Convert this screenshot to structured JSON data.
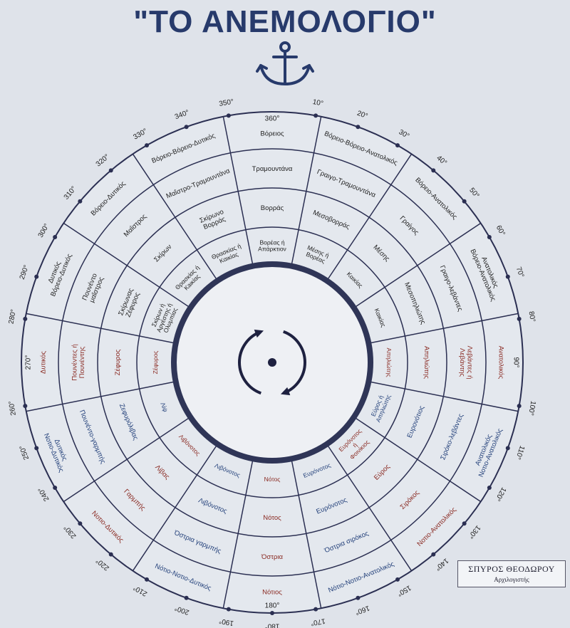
{
  "title": "\"ΤΟ ΑΝΕΜΟΛΟΓΙΟ\"",
  "signature": {
    "name": "ΣΠΥΡΟΣ ΘΕΟΔΩΡΟΥ",
    "role": "Αρχιλογιστής"
  },
  "colors": {
    "ink": "#273a6b",
    "red": "#8a2a22",
    "blue": "#23407a",
    "line": "#2b2f52",
    "bg": "#dfe3ea"
  },
  "icons": [
    "anchor-icon",
    "rotation-arrows-icon"
  ],
  "degree_labels": [
    "350°",
    "10°",
    "20°",
    "30°",
    "40°",
    "50°",
    "60°",
    "70°",
    "80°",
    "100°",
    "110°",
    "120°",
    "130°",
    "140°",
    "150°",
    "160°",
    "170°",
    "180°",
    "190°",
    "200°",
    "210°",
    "220°",
    "230°",
    "240°",
    "250°",
    "260°",
    "280°",
    "290°",
    "300°",
    "310°",
    "320°",
    "330°",
    "340°"
  ],
  "sectors": [
    {
      "label": "360°",
      "items": [
        "Βόρειος",
        "Τραμουντάνα",
        "Βορράς",
        "Βορέας ή Απάρκτιον"
      ]
    },
    {
      "label": "",
      "items": [
        "Βόρειο-Βόρειο-Ανατολικός",
        "Γραιγο-Τραμουντάνα",
        "Μεσοβορράς",
        "Μέσης ή Βορέας"
      ]
    },
    {
      "label": "",
      "items": [
        "Βόρειο-Ανατολικός",
        "Γραίγος",
        "Μέσης",
        "Καικίας"
      ]
    },
    {
      "label": "",
      "items": [
        "Ανατολικός Βόρειο-Ανατολικός",
        "Γραιγο-λεβάντες",
        "Μεσοπηλιώτης",
        "Καικίας"
      ]
    },
    {
      "label": "90°",
      "items": [
        "Ανατολικός",
        "Λεβάντες ή Λεβάντης",
        "Απηλιώτης",
        "Απηλιώτης"
      ]
    },
    {
      "label": "",
      "items": [
        "Ανατολικός Νοτιο-Ανατολικός",
        "Σιρόκο-λεβάντες",
        "Ευρονότιος",
        "Εύρος ή Απηλιώτης"
      ]
    },
    {
      "label": "",
      "items": [
        "Νοτιο-Ανατολικός",
        "Σιρόκος",
        "Εύρος",
        "Ευρόνοτος ή Φοινίκιος"
      ]
    },
    {
      "label": "",
      "items": [
        "Νότιο-Νοτιο-Ανατολικός",
        "Όστρια σιρόκος",
        "Ευρόνοτος",
        "Ευρόνοτος"
      ]
    },
    {
      "label": "180°",
      "items": [
        "Νότιος",
        "Όστρια",
        "Νότος",
        "Νότος"
      ]
    },
    {
      "label": "",
      "items": [
        "Νότιο-Νοτιο-Δυτικός",
        "Όστρια γαρμπής",
        "Λιβόνοτος",
        "Λιβόνοτος"
      ]
    },
    {
      "label": "",
      "items": [
        "Νοτιο-Δυτικός",
        "Γαρμπής",
        "Λίβας",
        "Λιβόνοτος"
      ]
    },
    {
      "label": "",
      "items": [
        "Δυτικός Νοτιο-Δυτικός",
        "Πουνέντο-γαρμπής",
        "Ζεφυρόλιβας",
        "Λίψ"
      ]
    },
    {
      "label": "270°",
      "items": [
        "Δυτικός",
        "Πουνέντες ή Πουνέντης",
        "Ζέφυρος",
        "Ζέφυρος"
      ]
    },
    {
      "label": "",
      "items": [
        "Δυτικός Βόρειο-Δυτικός",
        "Πουνέντο μαΐστρος",
        "Σκίρωνας Ζέφυρος",
        "Σκίρων ή Αργέστης ή Ολυμπίας"
      ]
    },
    {
      "label": "",
      "items": [
        "Βόρειο-Δυτικός",
        "Μαΐστρος",
        "Σκίρων",
        "Θρασκίας ή Κaικίας"
      ]
    },
    {
      "label": "",
      "items": [
        "Βόρειο-Βόρειο-Δυτικός",
        "Μαΐστρο-Τραμουντάνα",
        "Σκίρωνο Βορράς",
        "Θρασκίας ή Καικίας"
      ]
    }
  ]
}
